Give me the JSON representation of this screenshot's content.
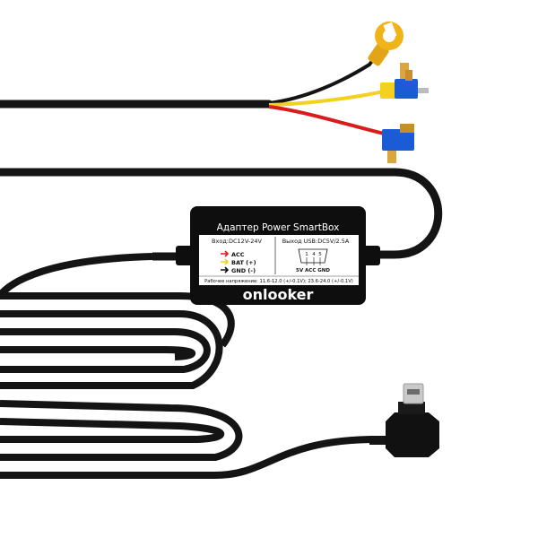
{
  "product": {
    "title": "Адаптер Power SmartBox",
    "input_label": "Вход:DC12V-24V",
    "output_label": "Выход USB:DC5V/2.5A",
    "wires": [
      {
        "label": "ACC",
        "color": "#e21b1b"
      },
      {
        "label": "BAT (+)",
        "color": "#f0d020"
      },
      {
        "label": "GND (-)",
        "color": "#111111"
      }
    ],
    "pin_numbers": [
      "1",
      "4",
      "5"
    ],
    "pin_labels": "5V ACC GND",
    "voltage_note": "Рабочее напряжение: 11.6-12.0 (+/-0.1V); 23.6-24.0 (+/-0.1V)",
    "brand": "onlooker"
  },
  "colors": {
    "cable": "#141414",
    "red_wire": "#d81c1c",
    "yellow_wire": "#f2d21e",
    "fuse_blue": "#1c5bd6",
    "ring_terminal": "#e2a516"
  }
}
